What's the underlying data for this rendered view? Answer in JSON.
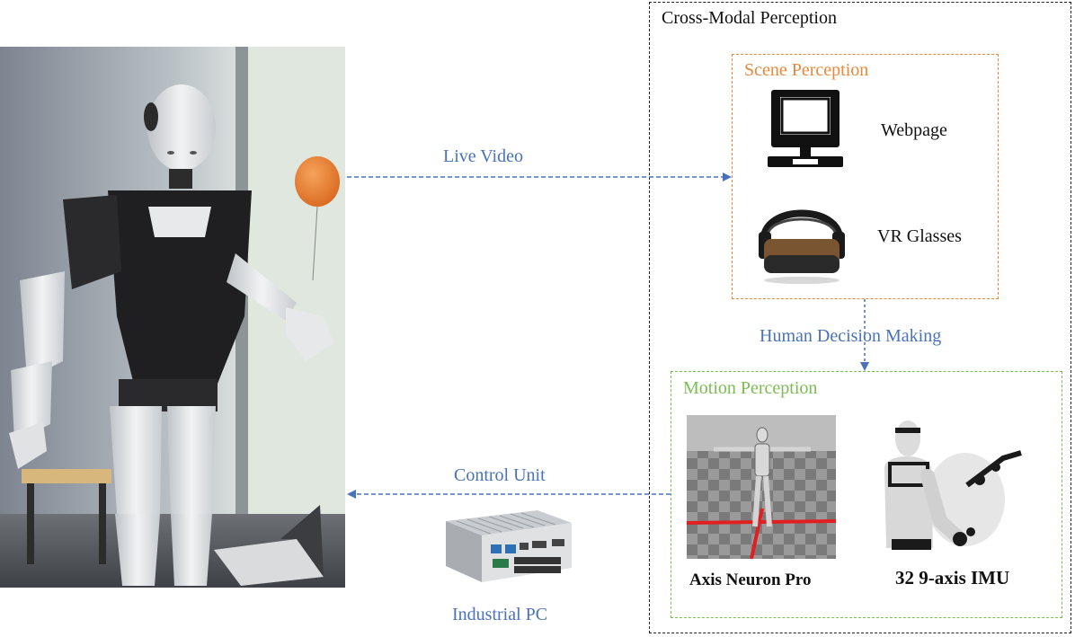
{
  "outer": {
    "title": "Cross-Modal Perception"
  },
  "scene": {
    "title": "Scene Perception",
    "items": [
      {
        "label": "Webpage",
        "icon": "computer-monitor-icon"
      },
      {
        "label": "VR Glasses",
        "icon": "vr-headset-icon"
      }
    ]
  },
  "motion": {
    "title": "Motion Perception",
    "items": [
      {
        "label": "Axis Neuron Pro"
      },
      {
        "label": "32 9-axis IMU"
      }
    ]
  },
  "arrows": {
    "live_video": "Live Video",
    "human_decision": "Human Decision Making",
    "control_unit": "Control Unit"
  },
  "pc": {
    "label": "Industrial PC"
  },
  "colors": {
    "arrow_blue": "#4a72b8",
    "scene_orange": "#e8883a",
    "motion_green": "#7bbd52",
    "outer_dark": "#222222"
  }
}
